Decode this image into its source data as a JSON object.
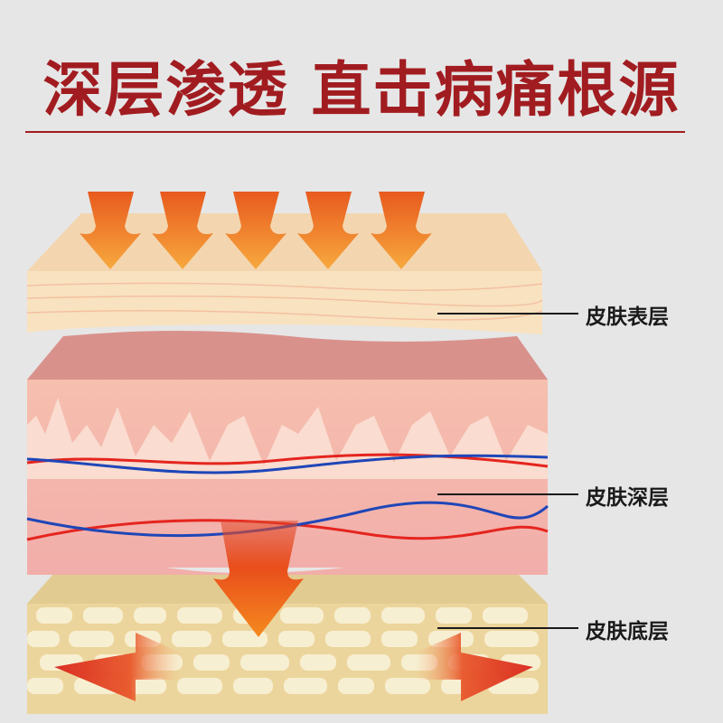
{
  "header": {
    "title": "深层渗透  直击病痛根源",
    "accent_color": "#a11c20"
  },
  "diagram": {
    "description": "Skin layer cross-section showing heat penetration arrows",
    "layers": [
      {
        "id": "epidermis",
        "label": "皮肤表层",
        "color": "#f8e2c0"
      },
      {
        "id": "dermis",
        "label": "皮肤深层",
        "color": "#f2b3ac"
      },
      {
        "id": "subcutis",
        "label": "皮肤底层",
        "color": "#ecd59c"
      }
    ],
    "arrow_colors": {
      "top": "#e85a1e",
      "bottom": "#f5a33a",
      "spread": "#d92a1f"
    },
    "vessel_colors": {
      "artery": "#e5251f",
      "vein": "#1f46b8"
    },
    "top_arrow_count": 5
  }
}
